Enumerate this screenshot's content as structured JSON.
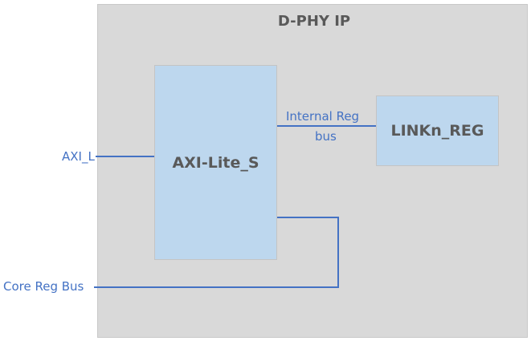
{
  "diagram": {
    "container": {
      "title": "D-PHY IP"
    },
    "blocks": [
      {
        "id": "axi_lite_s",
        "label": "AXI-Lite_S"
      },
      {
        "id": "linkn_reg",
        "label": "LINKn_REG"
      }
    ],
    "connections": [
      {
        "from": "external",
        "to": "axi_lite_s",
        "label": "AXI_L"
      },
      {
        "from": "axi_lite_s",
        "to": "linkn_reg",
        "label_line1": "Internal Reg",
        "label_line2": "bus"
      },
      {
        "from": "axi_lite_s",
        "to": "external",
        "label": "Core Reg Bus"
      }
    ],
    "colors": {
      "container_fill": "#d9d9d9",
      "block_fill": "#bdd7ee",
      "wire": "#4472c4",
      "text_dark": "#595959"
    }
  }
}
